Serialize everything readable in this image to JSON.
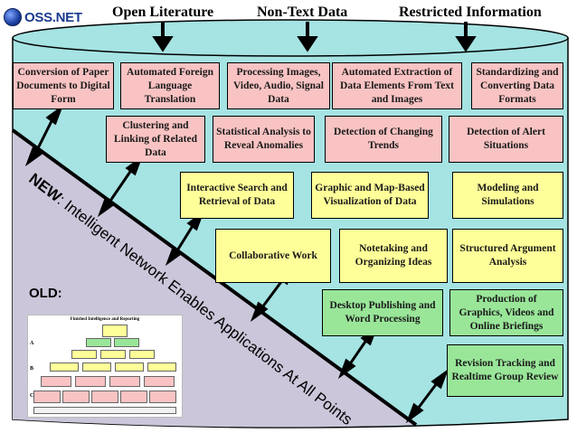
{
  "logo": {
    "text": "OSS.NET"
  },
  "inputs": [
    {
      "label": "Open Literature"
    },
    {
      "label": "Non-Text Data"
    },
    {
      "label": "Restricted Information"
    }
  ],
  "diagonal": {
    "new_prefix": "NEW",
    "text": ": Intelligent Network Enables Applications At All Points"
  },
  "old_label": "OLD:",
  "boxes": {
    "conversion": "Conversion of Paper Documents to Digital Form",
    "translation": "Automated Foreign Language Translation",
    "processing": "Processing Images, Video, Audio, Signal Data",
    "extraction": "Automated Extraction of Data Elements From Text and Images",
    "standardizing": "Standardizing and Converting Data Formats",
    "clustering": "Clustering and Linking of Related Data",
    "statistical": "Statistical Analysis to Reveal Anomalies",
    "trends": "Detection of Changing Trends",
    "alert": "Detection of Alert Situations",
    "search": "Interactive Search and Retrieval of Data",
    "visualization": "Graphic and Map-Based Visualization of Data",
    "modeling": "Modeling and Simulations",
    "collaborative": "Collaborative Work",
    "notetaking": "Notetaking and Organizing Ideas",
    "argument": "Structured Argument Analysis",
    "desktop": "Desktop Publishing and Word Processing",
    "production": "Production of Graphics, Videos and Online Briefings",
    "revision": "Revision Tracking and Realtime Group Review"
  },
  "thumbnail": {
    "title": "Finished Intelligence and Reporting",
    "rows": [
      "A",
      "B",
      "C"
    ]
  },
  "colors": {
    "cylinder": "#a6e3e3",
    "old_region": "#cbc6d9",
    "pink": "#f9c3c3",
    "yellow": "#ffff99",
    "green": "#99e699"
  }
}
